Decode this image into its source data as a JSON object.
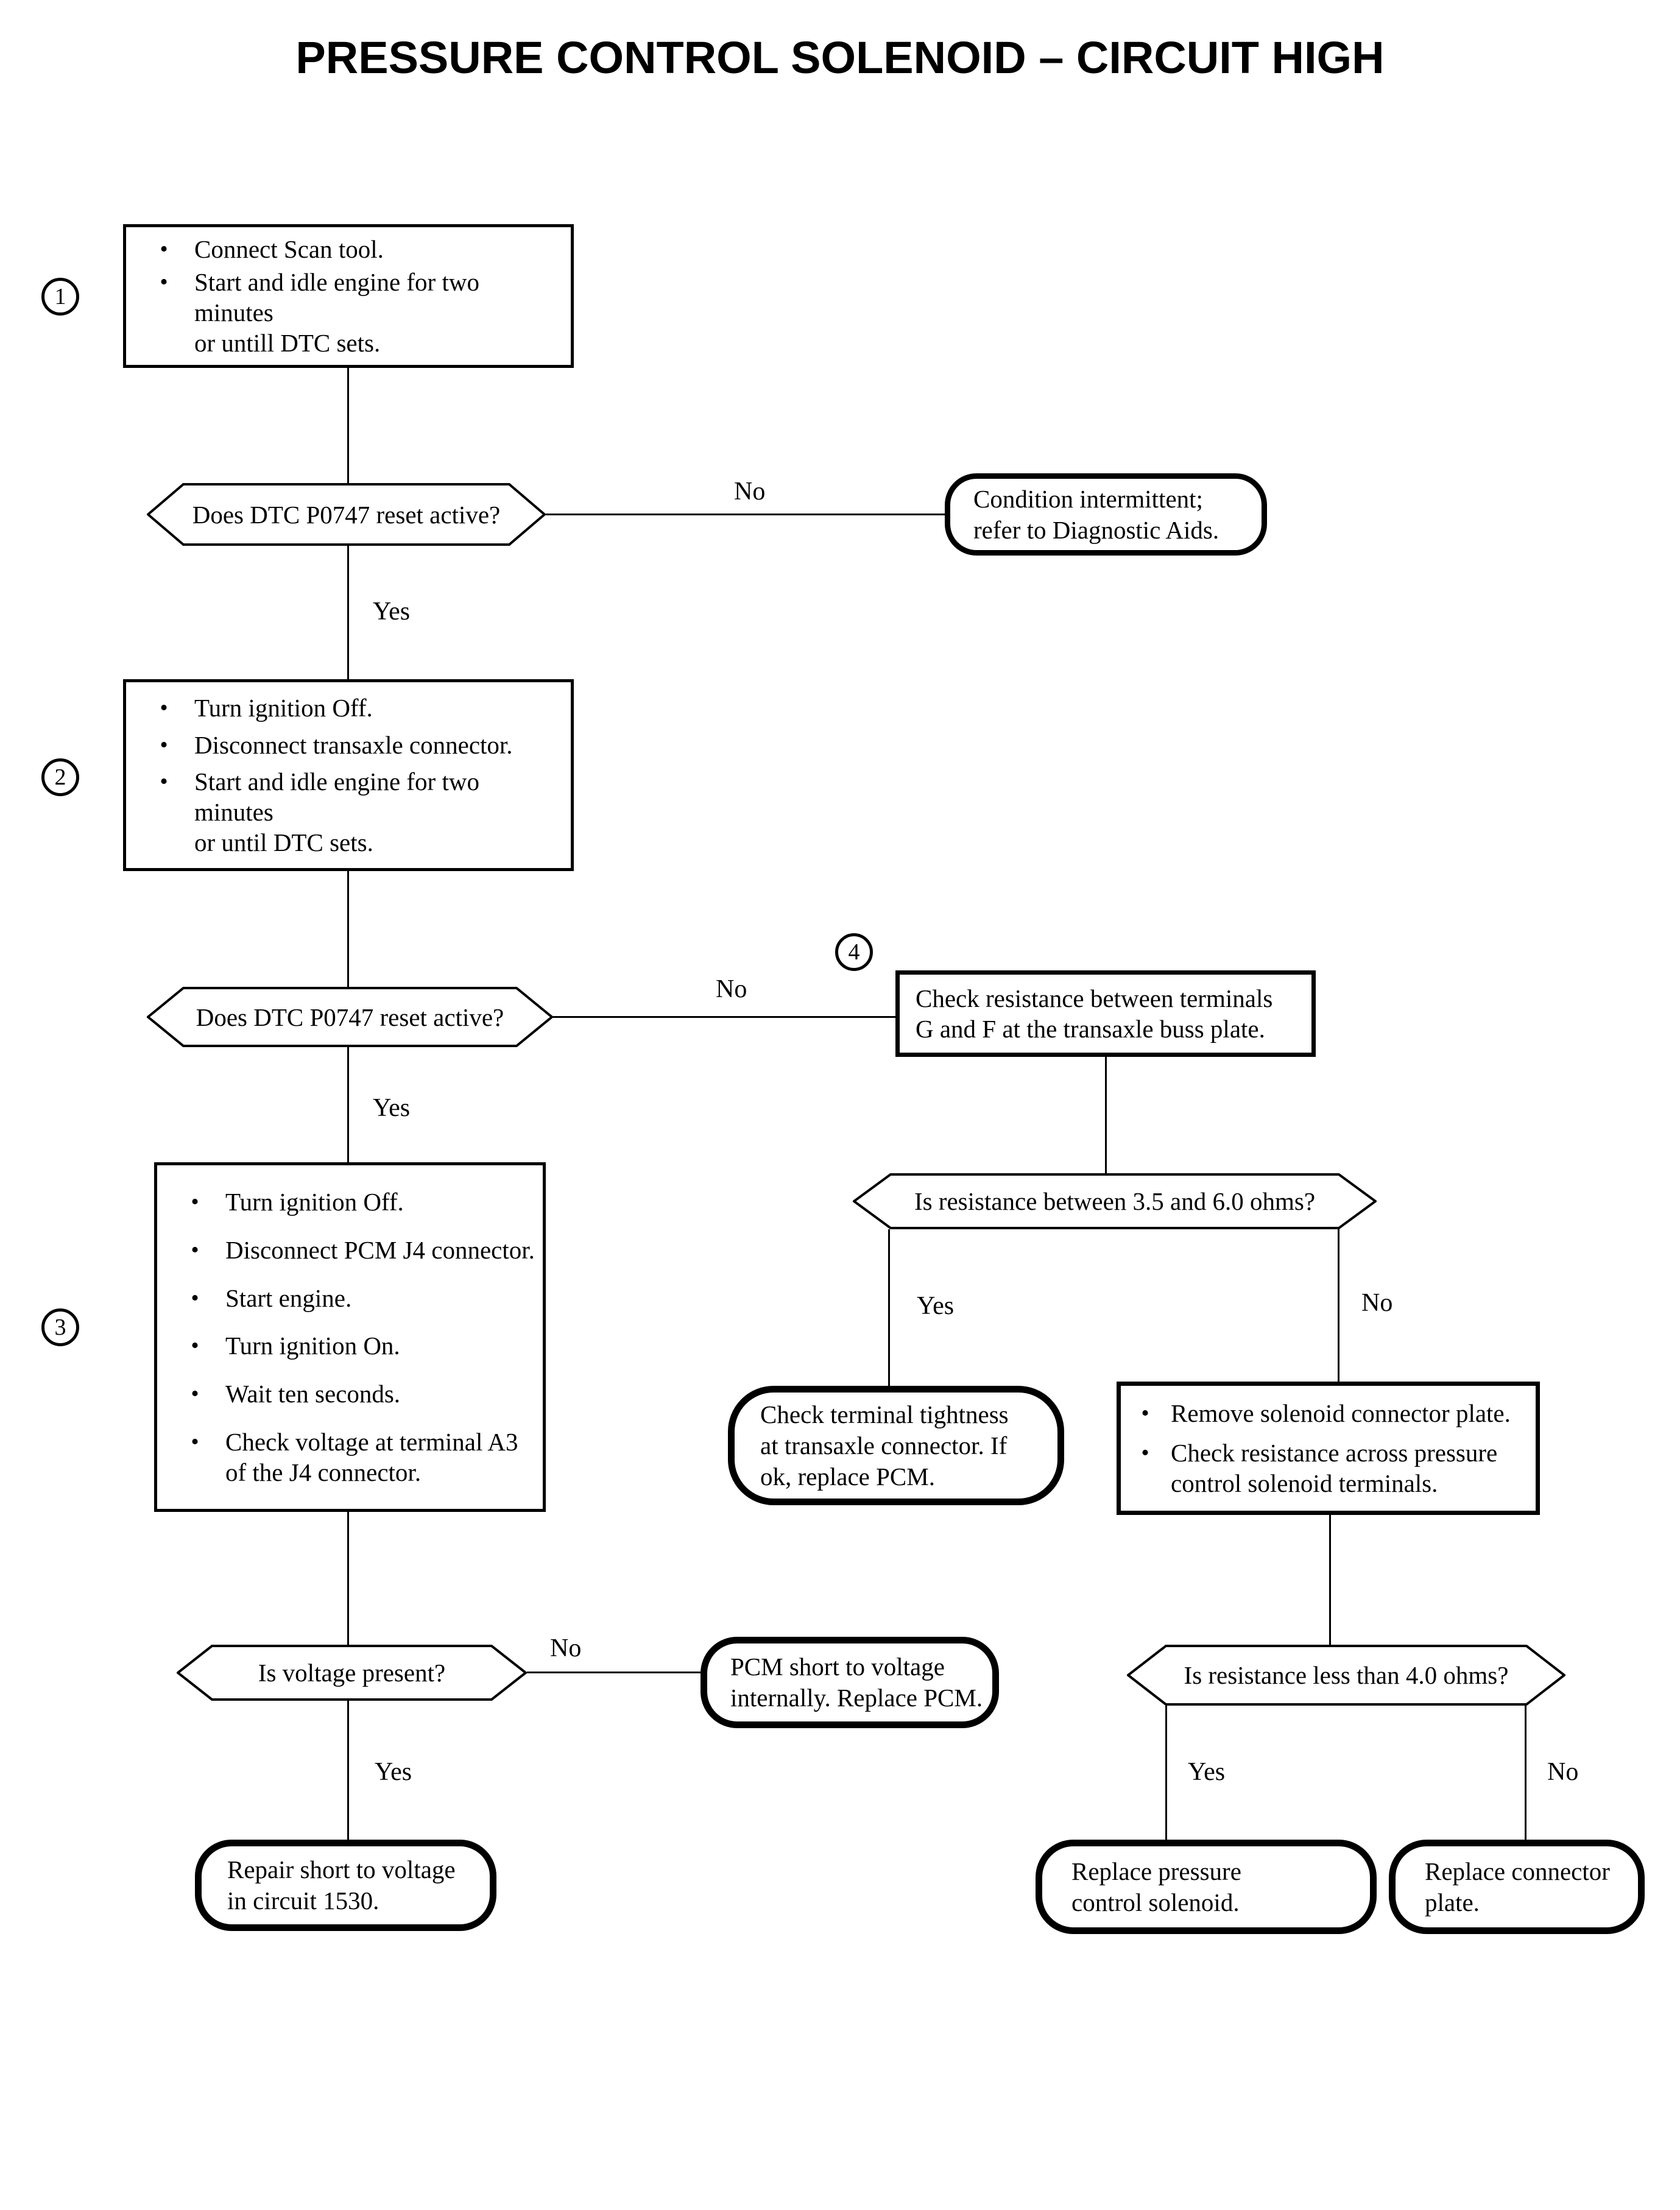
{
  "title": "PRESSURE CONTROL SOLENOID – CIRCUIT HIGH",
  "labels": {
    "yes": "Yes",
    "no": "No"
  },
  "bullet": "•",
  "step_markers": [
    "1",
    "2",
    "3",
    "4"
  ],
  "nodes": {
    "step1": {
      "bullets": [
        "Connect Scan tool.",
        "Start and idle engine for two minutes\nor untill DTC sets."
      ]
    },
    "decision_dtc_reset_1": {
      "text": "Does DTC P0747 reset active?"
    },
    "condition_intermittent": {
      "text": "Condition intermittent;\nrefer to Diagnostic Aids."
    },
    "step2": {
      "bullets": [
        "Turn ignition Off.",
        "Disconnect transaxle connector.",
        "Start and idle engine for two minutes\nor until DTC sets."
      ]
    },
    "decision_dtc_reset_2": {
      "text": "Does DTC P0747 reset active?"
    },
    "check_resistance_buss_plate": {
      "text": "Check resistance between terminals\nG and F at the transaxle buss plate."
    },
    "step3": {
      "bullets": [
        "Turn ignition Off.",
        "Disconnect PCM J4 connector.",
        "Start engine.",
        "Turn ignition On.",
        "Wait ten seconds.",
        "Check voltage at terminal A3\nof the J4 connector."
      ]
    },
    "decision_resistance_range": {
      "text": "Is resistance between 3.5 and 6.0 ohms?"
    },
    "check_terminal_tightness": {
      "text": "Check terminal tightness\nat transaxle connector. If\nok, replace PCM."
    },
    "remove_solenoid_plate": {
      "bullets": [
        "Remove solenoid connector plate.",
        "Check resistance across pressure\ncontrol solenoid terminals."
      ]
    },
    "decision_voltage_present": {
      "text": "Is voltage present?"
    },
    "pcm_short_internally": {
      "text": "PCM short to voltage\ninternally. Replace PCM."
    },
    "repair_short_1530": {
      "text": "Repair short to voltage\nin circuit 1530."
    },
    "decision_resistance_less": {
      "text": "Is resistance less than 4.0 ohms?"
    },
    "replace_pressure_solenoid": {
      "text": "Replace pressure\ncontrol solenoid."
    },
    "replace_connector_plate": {
      "text": "Replace connector\nplate."
    }
  }
}
